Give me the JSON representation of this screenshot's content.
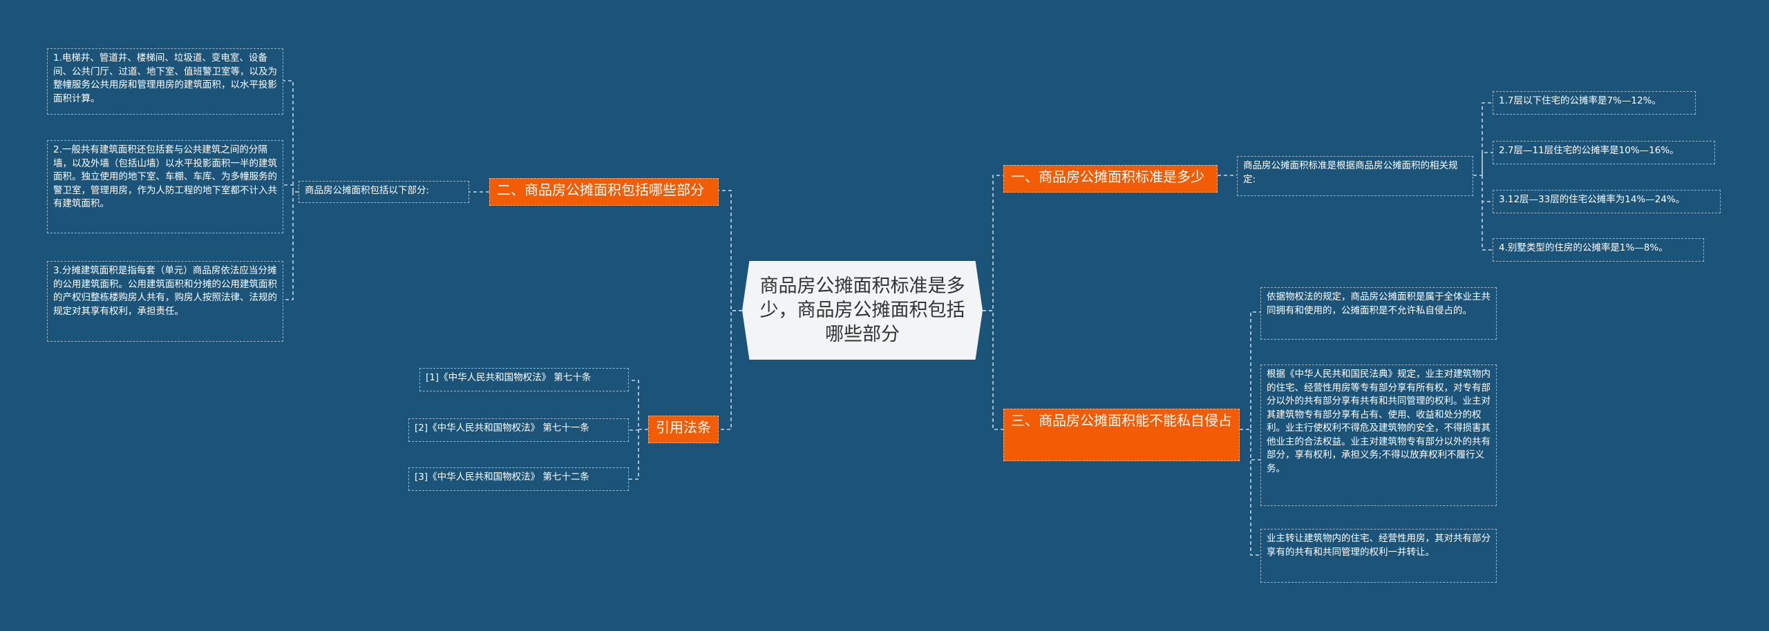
{
  "root": {
    "title": "商品房公摊面积标准是多少，商品房公摊面积包括哪些部分"
  },
  "branch1": {
    "title": "一、商品房公摊面积标准是多少",
    "sub": "商品房公摊面积标准是根据商品房公摊面积的相关规定:",
    "items": [
      "1.7层以下住宅的公摊率是7%—12%。",
      "2.7层—11层住宅的公摊率是10%—16%。",
      "3.12层—33层的住宅公摊率为14%—24%。",
      "4.别墅类型的住房的公摊率是1%—8%。"
    ]
  },
  "branch2": {
    "title": "二、商品房公摊面积包括哪些部分",
    "sub": "商品房公摊面积包括以下部分:",
    "items": [
      "1.电梯井、管道井、楼梯间、垃圾道、变电室、设备间、公共门厅、过道、地下室、值班警卫室等，以及为整幢服务公共用房和管理用房的建筑面积，以水平投影面积计算。",
      "2.一般共有建筑面积还包括套与公共建筑之间的分隔墙，以及外墙（包括山墙）以水平投影面积一半的建筑面积。独立使用的地下室、车棚、车库、为多幢服务的警卫室，管理用房，作为人防工程的地下室都不计入共有建筑面积。",
      "3.分摊建筑面积是指每套（单元）商品房依法应当分摊的公用建筑面积。公用建筑面积和分摊的公用建筑面积的产权归整栋楼购房人共有，购房人按照法律、法规的规定对其享有权利，承担责任。"
    ]
  },
  "branch3": {
    "title": "三、商品房公摊面积能不能私自侵占",
    "items": [
      "依据物权法的规定，商品房公摊面积是属于全体业主共同拥有和使用的，公摊面积是不允许私自侵占的。",
      "根据《中华人民共和国民法典》规定，业主对建筑物内的住宅、经营性用房等专有部分享有所有权，对专有部分以外的共有部分享有共有和共同管理的权利。业主对其建筑物专有部分享有占有、使用、收益和处分的权利。业主行使权利不得危及建筑物的安全，不得损害其他业主的合法权益。业主对建筑物专有部分以外的共有部分，享有权利，承担义务;不得以放弃权利不履行义务。",
      "业主转让建筑物内的住宅、经营性用房，其对共有部分享有的共有和共同管理的权利一并转让。"
    ]
  },
  "branch4": {
    "title": "引用法条",
    "items": [
      "[1]《中华人民共和国物权法》 第七十条",
      "[2]《中华人民共和国物权法》 第七十一条",
      "[3]《中华人民共和国物权法》 第七十二条"
    ]
  },
  "colors": {
    "background": "#1c5479",
    "branch": "#f25c05",
    "root": "#f2f4f5",
    "connector": "#c9d6df"
  }
}
